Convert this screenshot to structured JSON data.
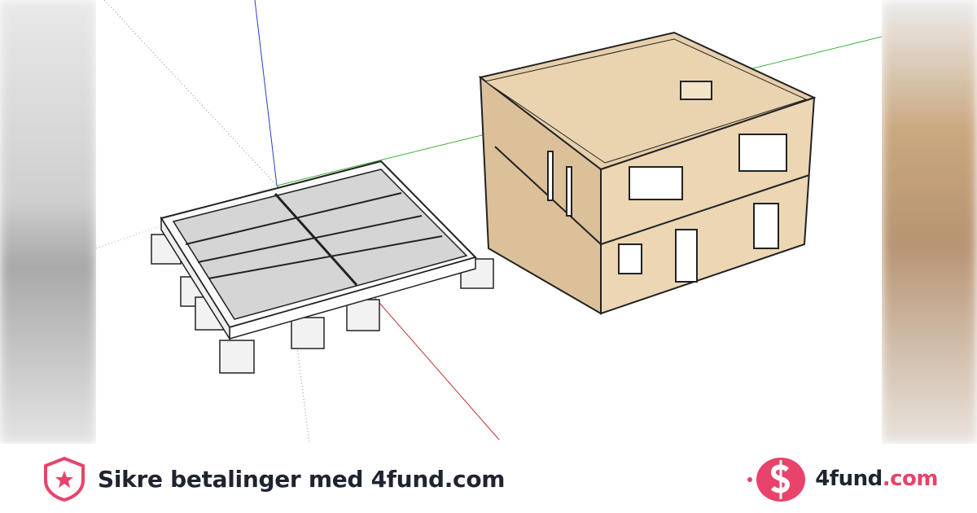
{
  "footer": {
    "secure_text": "Sikre betalinger med 4fund.com",
    "brand_name": "4fund",
    "brand_tld": ".com"
  },
  "colors": {
    "accent": "#e8436a",
    "text": "#1f2430",
    "wood": "#e3c9a4",
    "slab": "#d9d9d9"
  }
}
